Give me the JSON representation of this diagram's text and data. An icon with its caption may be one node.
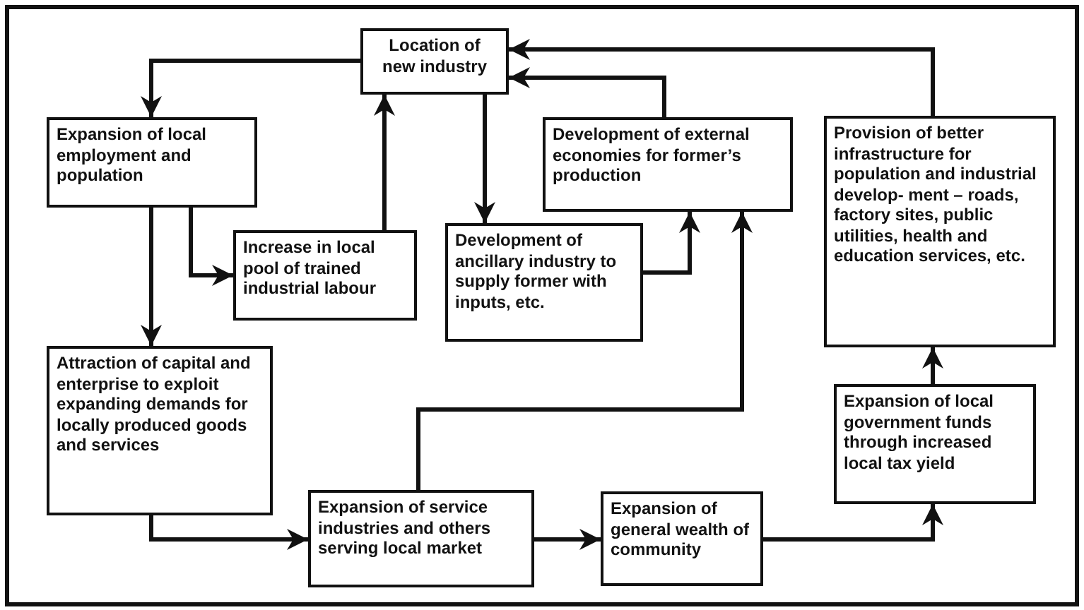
{
  "diagram": {
    "nodes": [
      {
        "text": [
          "Location of new industry"
        ]
      },
      {
        "text": [
          "Expansion of local employment and population"
        ]
      },
      {
        "text": [
          "Development of external economies for former’s production"
        ]
      },
      {
        "text": [
          "Provision of better infrastructure for population and industrial develop- ment – roads, factory sites, public utilities, health and education services, etc."
        ]
      },
      {
        "text": [
          "Increase in local pool of trained industrial labour"
        ]
      },
      {
        "text": [
          "Development of ancillary industry to supply former with inputs, etc."
        ]
      },
      {
        "text": [
          "Attraction of capital and enterprise to exploit expanding demands for locally produced goods and services"
        ]
      },
      {
        "text": [
          "Expansion of local government funds through increased local tax yield"
        ]
      },
      {
        "text": [
          "Expansion of service industries and others serving local market"
        ]
      },
      {
        "text": [
          "Expansion of general wealth of community"
        ]
      }
    ],
    "edges": [
      {
        "from": 0,
        "to": 1,
        "arrow": "to"
      },
      {
        "from": 0,
        "to": 5,
        "arrow": "to"
      },
      {
        "from": 1,
        "to": 6,
        "arrow": "to"
      },
      {
        "from": 1,
        "to": 4,
        "arrow": "to"
      },
      {
        "from": 4,
        "to": 0,
        "arrow": "to"
      },
      {
        "from": 5,
        "to": 2,
        "arrow": "to"
      },
      {
        "from": 2,
        "to": 0,
        "arrow": "to"
      },
      {
        "from": 8,
        "to": 2,
        "arrow": "to"
      },
      {
        "from": 6,
        "to": 8,
        "arrow": "to"
      },
      {
        "from": 8,
        "to": 9,
        "arrow": "to"
      },
      {
        "from": 9,
        "to": 7,
        "arrow": "to"
      },
      {
        "from": 7,
        "to": 3,
        "arrow": "to"
      },
      {
        "from": 3,
        "to": 0,
        "arrow": "to"
      }
    ]
  }
}
